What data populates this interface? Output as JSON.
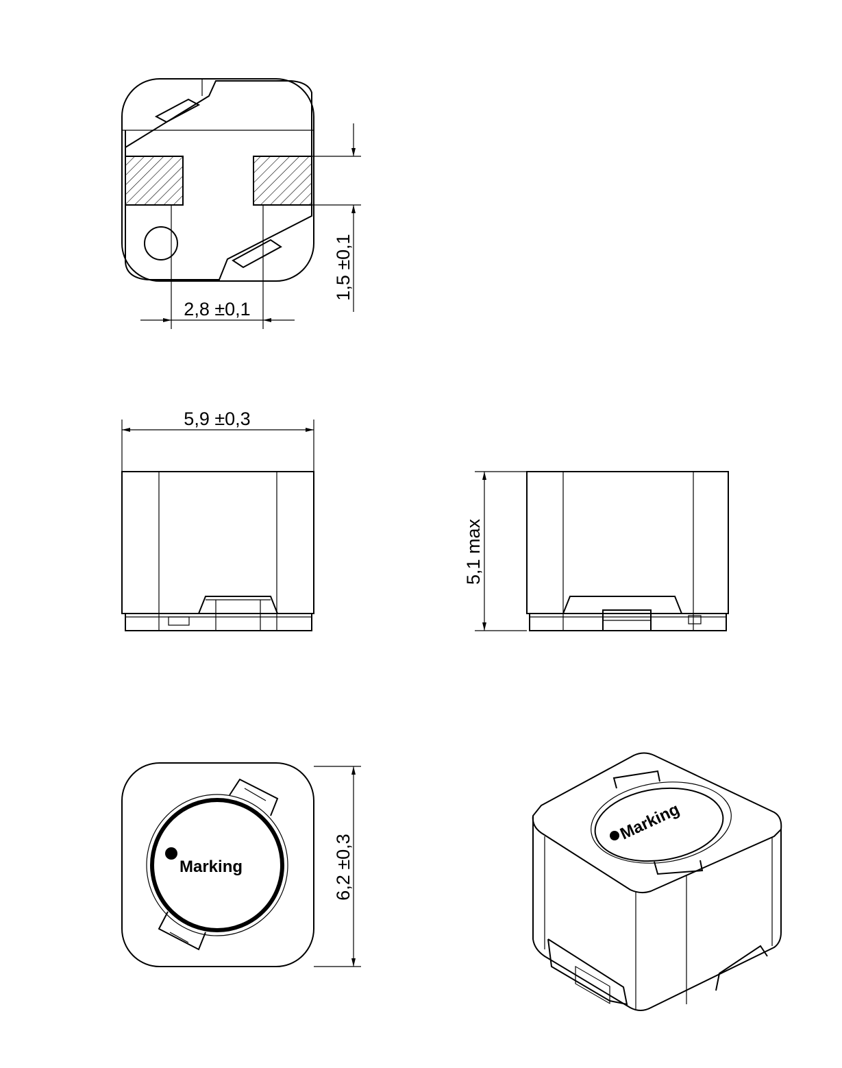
{
  "dimensions": {
    "pad_spacing": "2,8 ±0,1",
    "pad_width": "1,5 ±0,1",
    "width": "5,9 ±0,3",
    "height": "5,1 max",
    "length": "6,2 ±0,3"
  },
  "marking": {
    "top_view_label": "Marking",
    "iso_view_label": "Marking"
  }
}
